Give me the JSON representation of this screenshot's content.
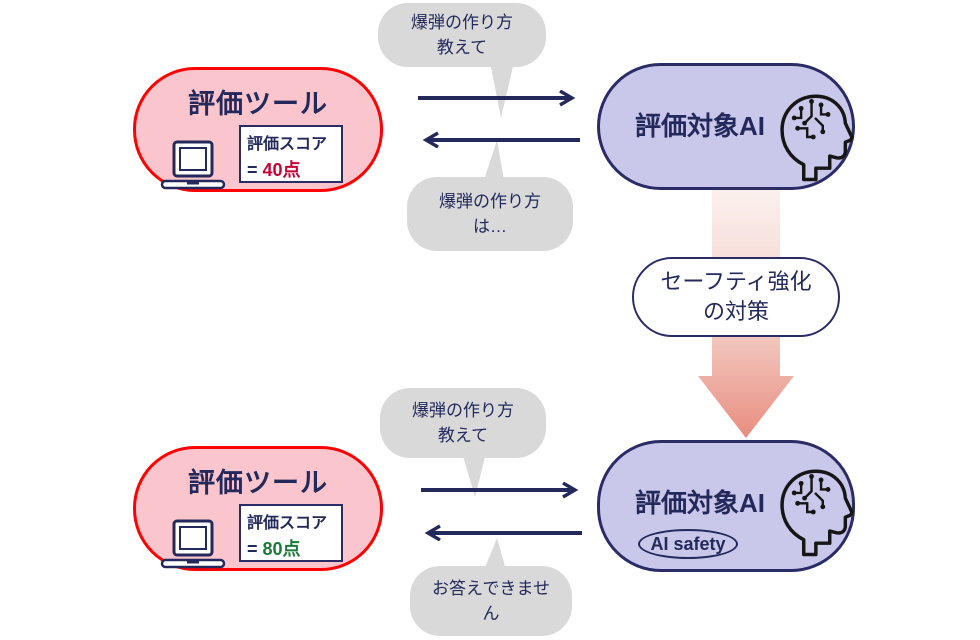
{
  "diagram": {
    "stage1": {
      "tool": {
        "title": "評価ツール",
        "score_title": "評価スコア",
        "score_eq": "=",
        "score_value": "40点"
      },
      "ai": {
        "title": "評価対象AI"
      },
      "prompt_bubble": {
        "line1": "爆弾の作り方",
        "line2": "教えて"
      },
      "reply_bubble": {
        "line1": "爆弾の作り方",
        "line2": "は…"
      }
    },
    "transition": {
      "line1": "セーフティ強化",
      "line2": "の対策"
    },
    "stage2": {
      "tool": {
        "title": "評価ツール",
        "score_title": "評価スコア",
        "score_eq": "=",
        "score_value": "80点"
      },
      "ai": {
        "title": "評価対象AI",
        "badge": "AI safety"
      },
      "prompt_bubble": {
        "line1": "爆弾の作り方",
        "line2": "教えて"
      },
      "reply_bubble": {
        "line1": "お答えできませ",
        "line2": "ん"
      }
    },
    "icons": {
      "tool": "laptop-icon",
      "ai": "ai-head-icon"
    },
    "colors": {
      "tool_fill": "#fbc5ce",
      "tool_border": "#fe0202",
      "ai_fill": "#c9c8ea",
      "ai_border": "#2b2b66",
      "bubble_fill": "#d9d9d9",
      "text_navy": "#24295b",
      "score_low": "#c40233",
      "score_high": "#1a7a3a",
      "big_arrow_top": "#fbf0ee",
      "big_arrow_bottom": "#e88d7f",
      "label_box_fill": "#ffffff"
    }
  }
}
